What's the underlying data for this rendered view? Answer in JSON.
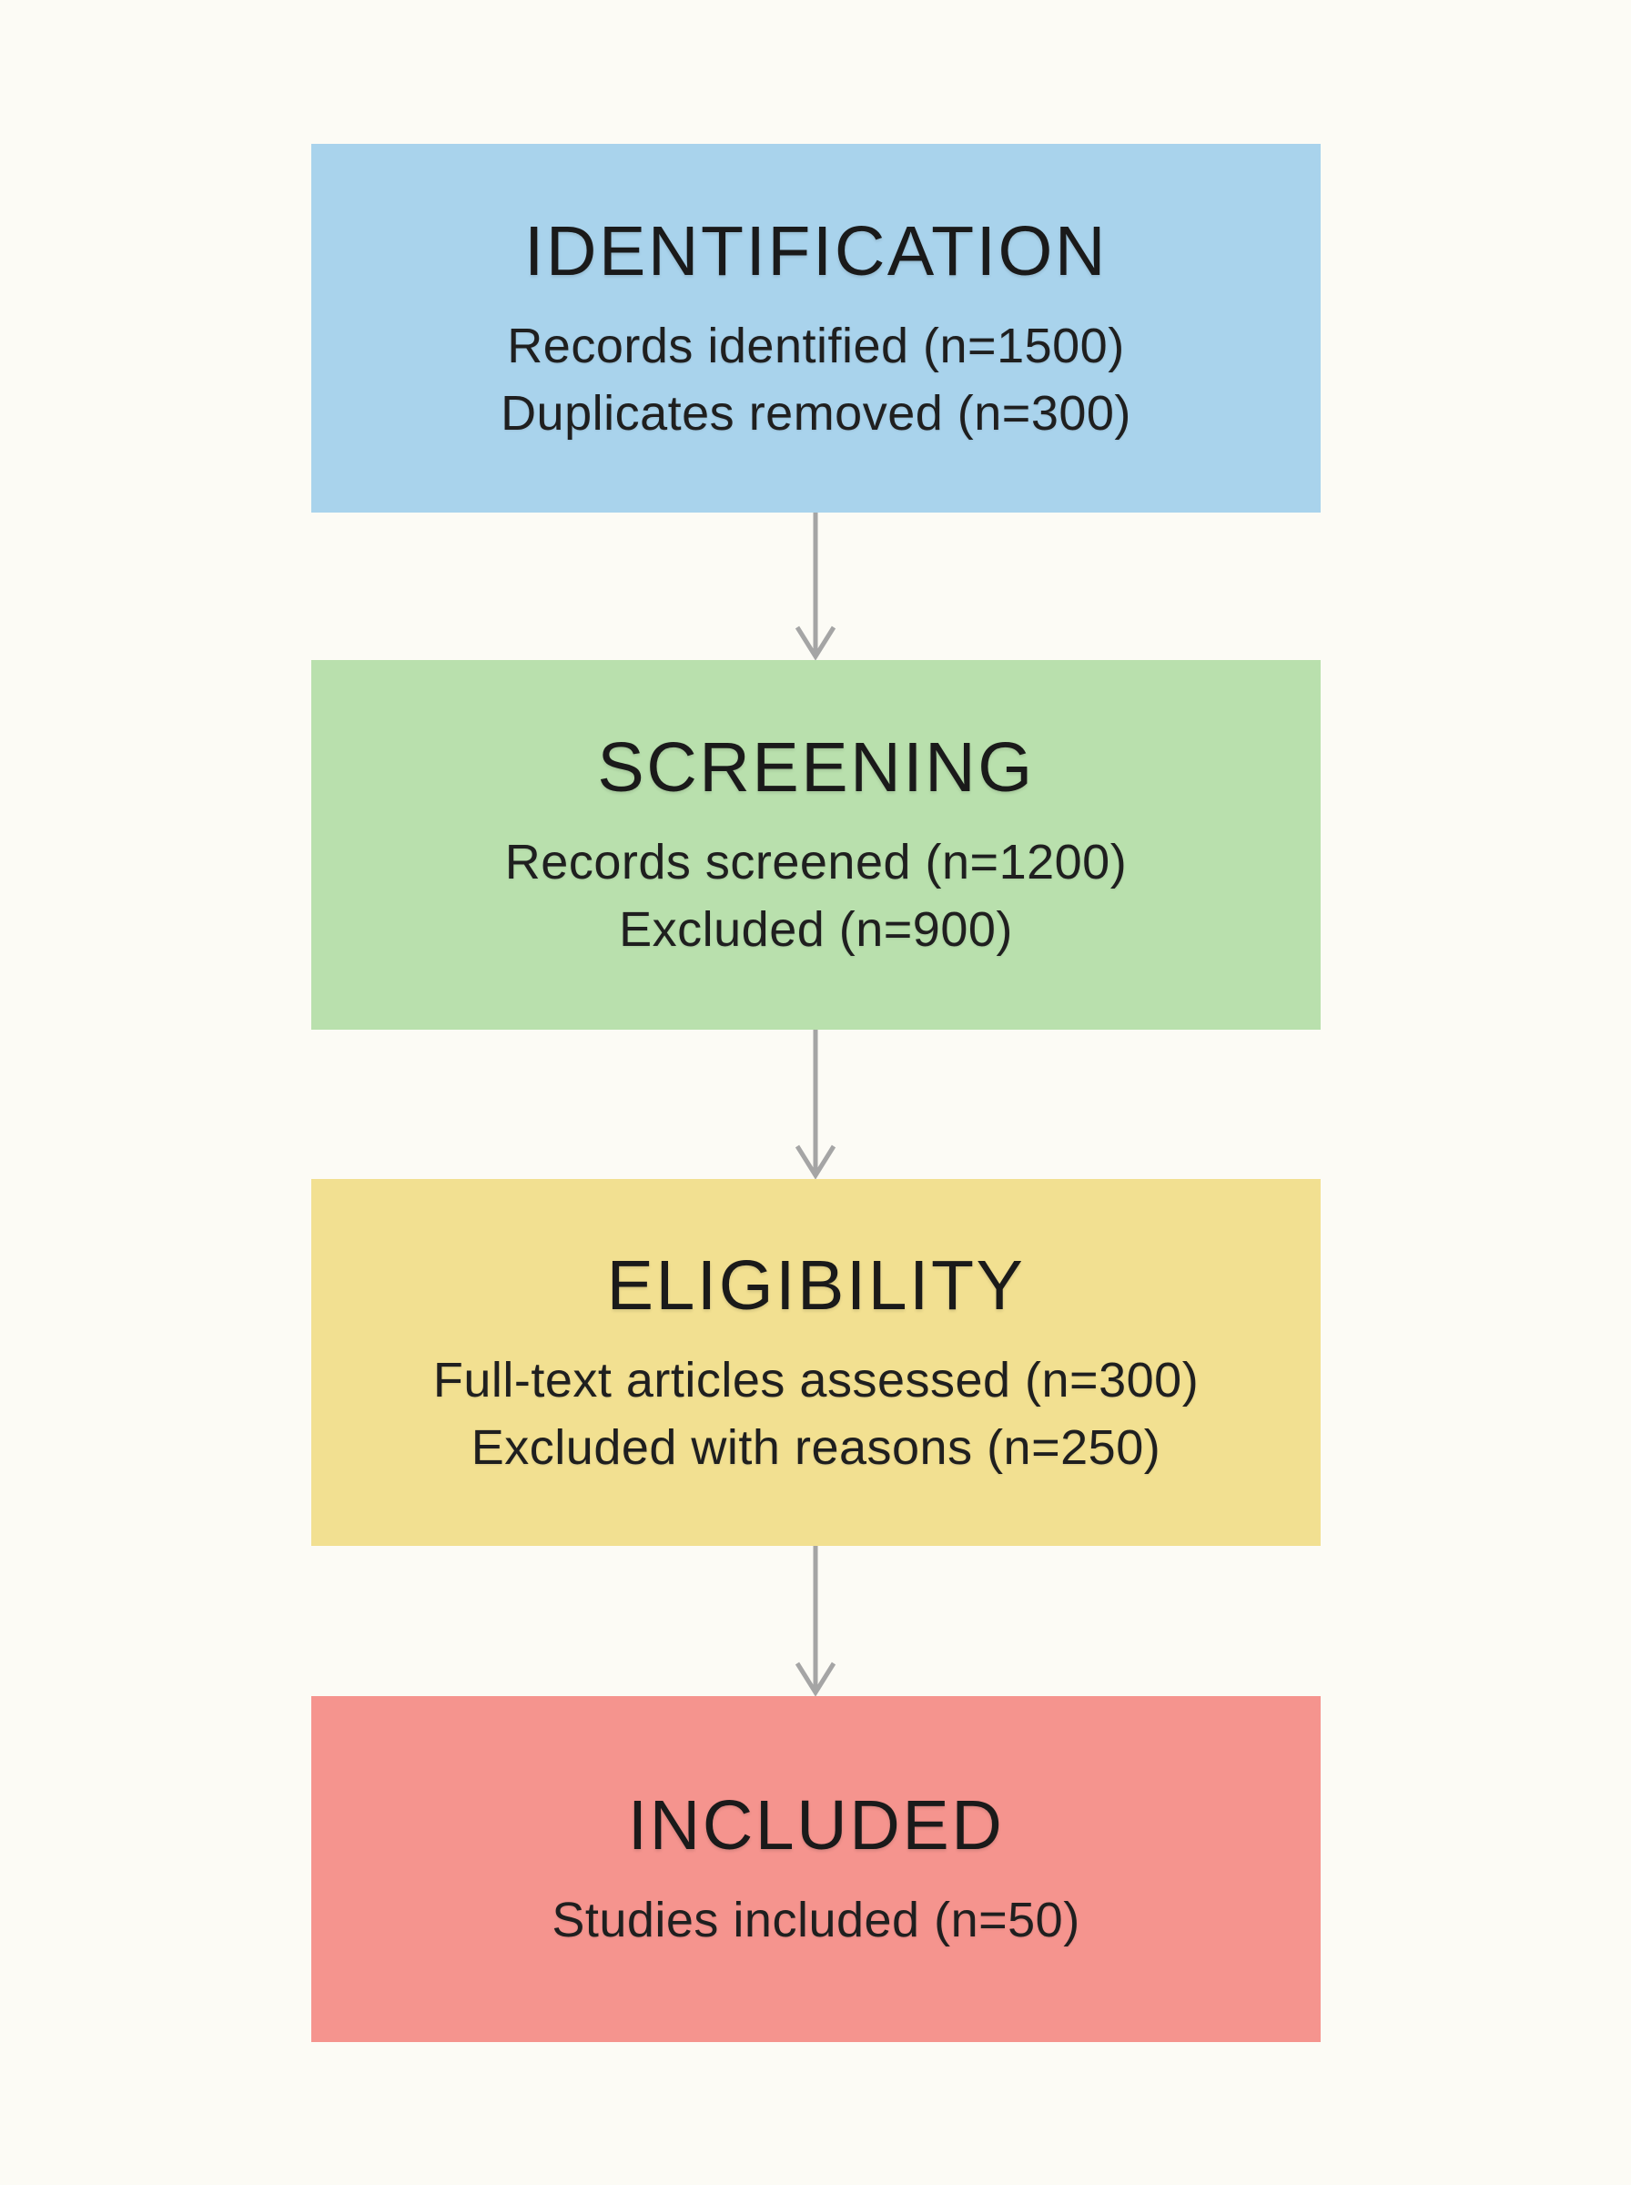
{
  "page": {
    "background_color": "#fcfbf5",
    "text_color": "#1a1a1a",
    "arrow_color": "#a5a5a5"
  },
  "flowchart": {
    "stages": [
      {
        "id": "identification",
        "title": "IDENTIFICATION",
        "lines": [
          "Records identified (n=1500)",
          "Duplicates removed (n=300)"
        ],
        "color": "#a9d3ec"
      },
      {
        "id": "screening",
        "title": "SCREENING",
        "lines": [
          "Records screened (n=1200)",
          "Excluded (n=900)"
        ],
        "color": "#b9e0ad"
      },
      {
        "id": "eligibility",
        "title": "ELIGIBILITY",
        "lines": [
          "Full-text articles assessed (n=300)",
          "Excluded with reasons (n=250)"
        ],
        "color": "#f2e091"
      },
      {
        "id": "included",
        "title": "INCLUDED",
        "lines": [
          "Studies included (n=50)"
        ],
        "color": "#f5948e"
      }
    ]
  }
}
